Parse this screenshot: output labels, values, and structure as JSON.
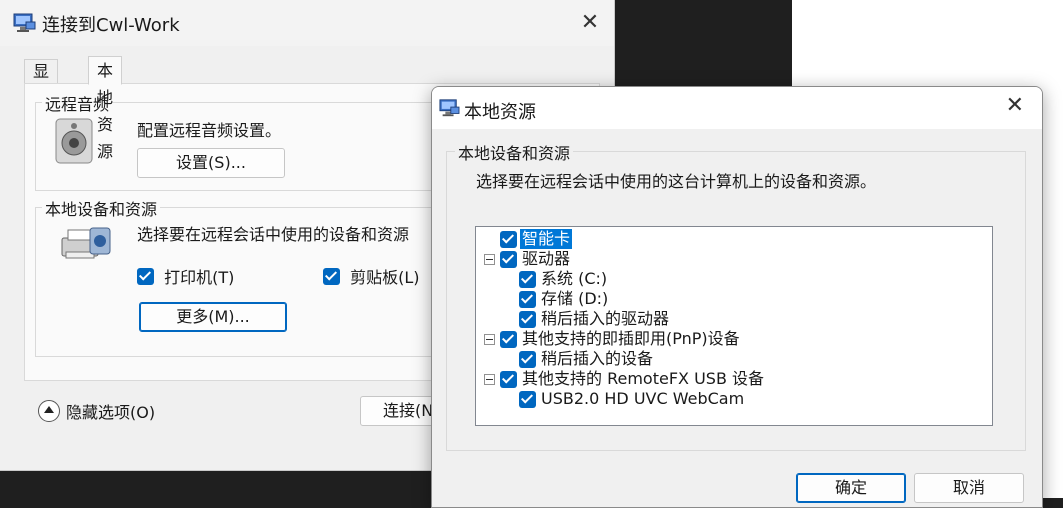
{
  "main_window": {
    "title": "连接到Cwl-Work",
    "close_glyph": "✕",
    "tabs": [
      {
        "label": "显示",
        "active": false
      },
      {
        "label": "本地资源",
        "active": true
      }
    ],
    "remote_audio": {
      "group_label": "远程音频",
      "description": "配置远程音频设置。",
      "settings_button": "设置(S)..."
    },
    "local_devices": {
      "group_label": "本地设备和资源",
      "description": "选择要在远程会话中使用的设备和资源",
      "printer_label": "打印机(T)",
      "printer_checked": true,
      "clipboard_label": "剪贴板(L)",
      "clipboard_checked": true,
      "more_button": "更多(M)..."
    },
    "hide_options_label": "隐藏选项(O)",
    "connect_button": "连接(N)"
  },
  "dialog": {
    "title": "本地资源",
    "close_glyph": "✕",
    "group_label": "本地设备和资源",
    "description": "选择要在远程会话中使用的这台计算机上的设备和资源。",
    "tree": [
      {
        "label": "智能卡",
        "checked": true,
        "level": 0,
        "expander": false,
        "selected": true
      },
      {
        "label": "驱动器",
        "checked": true,
        "level": 0,
        "expander": true
      },
      {
        "label": "系统 (C:)",
        "checked": true,
        "level": 1
      },
      {
        "label": "存储 (D:)",
        "checked": true,
        "level": 1
      },
      {
        "label": "稍后插入的驱动器",
        "checked": true,
        "level": 1
      },
      {
        "label": "其他支持的即插即用(PnP)设备",
        "checked": true,
        "level": 0,
        "expander": true
      },
      {
        "label": "稍后插入的设备",
        "checked": true,
        "level": 1
      },
      {
        "label": "其他支持的 RemoteFX USB 设备",
        "checked": true,
        "level": 0,
        "expander": true
      },
      {
        "label": "USB2.0 HD UVC WebCam",
        "checked": true,
        "level": 1
      }
    ],
    "ok_button": "确定",
    "cancel_button": "取消"
  }
}
